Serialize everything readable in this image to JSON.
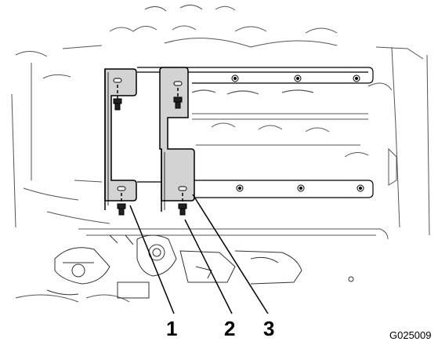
{
  "figure": {
    "callouts": [
      {
        "label": "1"
      },
      {
        "label": "2"
      },
      {
        "label": "3"
      }
    ],
    "figure_code": "G025009",
    "colors": {
      "line": "#000000",
      "bracket_fill": "#d3d3d3",
      "faint_line": "#555555"
    }
  }
}
